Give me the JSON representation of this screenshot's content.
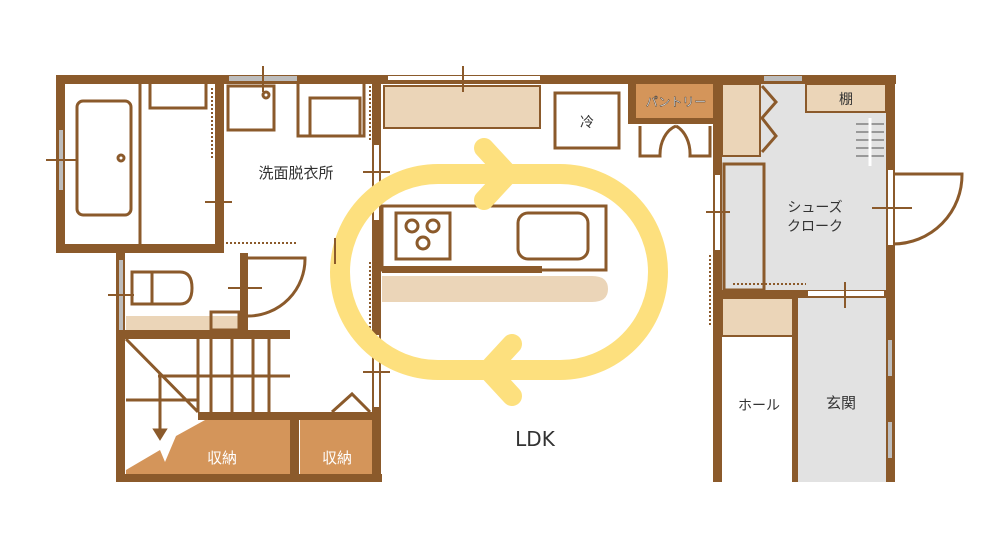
{
  "colors": {
    "wall": "#8B5A2B",
    "storage": "#D4955A",
    "furniture": "#EBD5B8",
    "tile": "#E2E2E2",
    "loop": "#FDE07E",
    "window": "#BDBDBD"
  },
  "rooms": {
    "washroom": "洗面脱衣所",
    "fridge": "冷",
    "pantry": "パントリー",
    "shelf": "棚",
    "shoe_closet_line1": "シューズ",
    "shoe_closet_line2": "クローク",
    "hall": "ホール",
    "entrance": "玄関",
    "ldk": "LDK",
    "storage_left": "収納",
    "storage_right": "収納"
  }
}
